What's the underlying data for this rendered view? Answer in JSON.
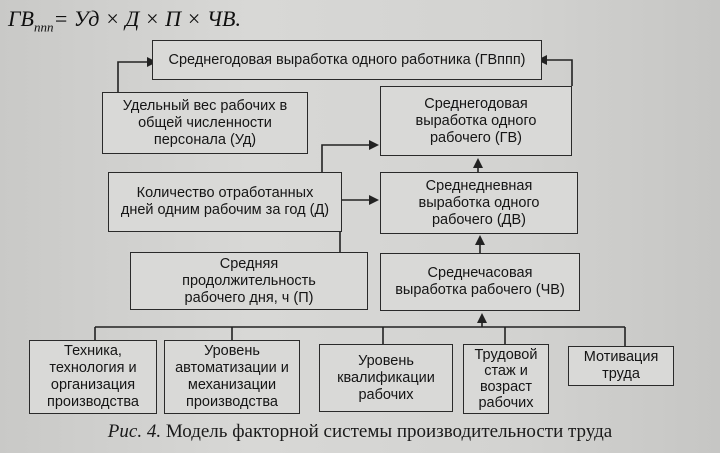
{
  "formula": {
    "lhs": "ГВ",
    "lhs_sub": "ппп",
    "rhs": "= Уд × Д × П × ЧВ."
  },
  "boxes": {
    "top": "Среднегодовая выработка одного работника (ГВппп)",
    "ud": "Удельный вес рабочих в общей численности персонала (Уд)",
    "gv": "Среднегодовая выработка одного рабочего (ГВ)",
    "d": "Количество отработанных дней одним рабочим за год (Д)",
    "dv": "Среднедневная выработка одного рабочего (ДВ)",
    "p": "Средняя продолжительность рабочего дня, ч (П)",
    "chv": "Среднечасовая выработка рабочего (ЧВ)",
    "f1": "Техника, технология и организация производства",
    "f2": "Уровень автоматизации и механизации производства",
    "f3": "Уровень квалификации рабочих",
    "f4": "Трудовой стаж и возраст рабочих",
    "f5": "Мотивация труда"
  },
  "caption": {
    "label": "Рис. 4.",
    "text": "Модель факторной системы производительности труда"
  }
}
